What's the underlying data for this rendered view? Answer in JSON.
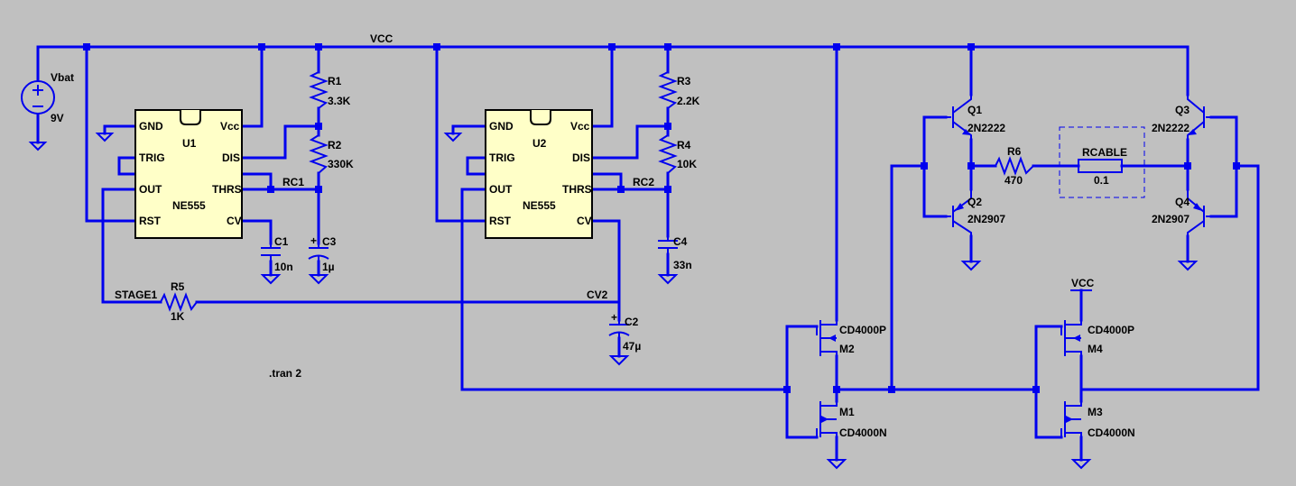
{
  "nets": {
    "vcc": "VCC",
    "stage1": "STAGE1",
    "rc1": "RC1",
    "rc2": "RC2",
    "cv2": "CV2",
    "vcc_m4": "VCC"
  },
  "source": {
    "name": "Vbat",
    "value": "9V"
  },
  "u1": {
    "ref": "U1",
    "part": "NE555",
    "pins": {
      "gnd": "GND",
      "vcc": "Vcc",
      "trig": "TRIG",
      "dis": "DIS",
      "out": "OUT",
      "thrs": "THRS",
      "rst": "RST",
      "cv": "CV"
    }
  },
  "u2": {
    "ref": "U2",
    "part": "NE555",
    "pins": {
      "gnd": "GND",
      "vcc": "Vcc",
      "trig": "TRIG",
      "dis": "DIS",
      "out": "OUT",
      "thrs": "THRS",
      "rst": "RST",
      "cv": "CV"
    }
  },
  "r1": {
    "ref": "R1",
    "value": "3.3K"
  },
  "r2": {
    "ref": "R2",
    "value": "330K"
  },
  "r3": {
    "ref": "R3",
    "value": "2.2K"
  },
  "r4": {
    "ref": "R4",
    "value": "10K"
  },
  "r5": {
    "ref": "R5",
    "value": "1K"
  },
  "r6": {
    "ref": "R6",
    "value": "470"
  },
  "rcable": {
    "ref": "RCABLE",
    "value": "0.1"
  },
  "c1": {
    "ref": "C1",
    "value": "10n"
  },
  "c2": {
    "ref": "C2",
    "value": "47µ"
  },
  "c3": {
    "ref": "C3",
    "value": "1µ"
  },
  "c4": {
    "ref": "C4",
    "value": "33n"
  },
  "q1": {
    "ref": "Q1",
    "part": "2N2222"
  },
  "q2": {
    "ref": "Q2",
    "part": "2N2907"
  },
  "q3": {
    "ref": "Q3",
    "part": "2N2222"
  },
  "q4": {
    "ref": "Q4",
    "part": "2N2907"
  },
  "m1": {
    "ref": "M1",
    "part": "CD4000N"
  },
  "m2": {
    "ref": "M2",
    "part": "CD4000P"
  },
  "m3": {
    "ref": "M3",
    "part": "CD4000N"
  },
  "m4": {
    "ref": "M4",
    "part": "CD4000P"
  },
  "directive": ".tran 2"
}
